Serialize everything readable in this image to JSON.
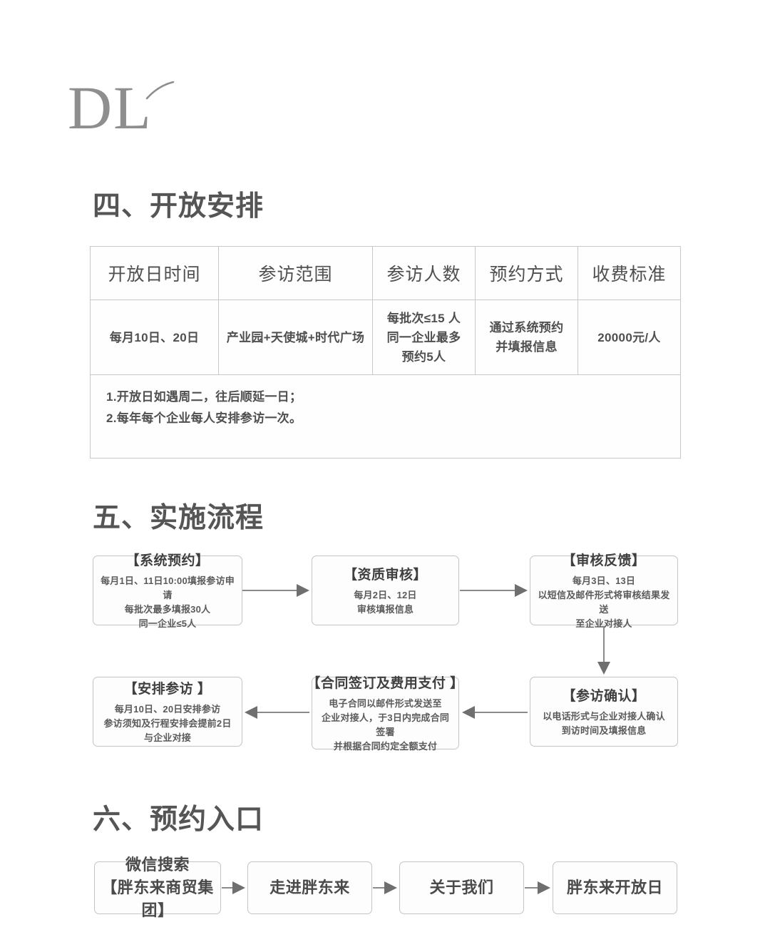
{
  "logo": {
    "text": "DL",
    "accent_icon": "acute-accent-mark"
  },
  "sections": {
    "open_schedule": {
      "heading": "四、开放安排",
      "table": {
        "headers": [
          "开放日时间",
          "参访范围",
          "参访人数",
          "预约方式",
          "收费标准"
        ],
        "rows": [
          [
            "每月10日、20日",
            "产业园+天使城+时代广场",
            "每批次≤15 人\n同一企业最多\n预约5人",
            "通过系统预约\n并填报信息",
            "20000元/人"
          ]
        ],
        "notes": "1.开放日如遇周二，往后顺延一日；\n2.每年每个企业每人安排参访一次。"
      }
    },
    "process": {
      "heading": "五、实施流程",
      "steps": [
        {
          "title": "【系统预约】",
          "body": "每月1日、11日10:00填报参访申请\n每批次最多填报30人\n同一企业≤5人"
        },
        {
          "title": "【资质审核】",
          "body": "每月2日、12日\n审核填报信息"
        },
        {
          "title": "【审核反馈】",
          "body": "每月3日、13日\n以短信及邮件形式将审核结果发送\n至企业对接人"
        },
        {
          "title": "【参访确认】",
          "body": "以电话形式与企业对接人确认\n到访时间及填报信息"
        },
        {
          "title": "【合同签订及费用支付 】",
          "body": "电子合同以邮件形式发送至\n企业对接人，于3日内完成合同签署\n并根据合同约定全额支付"
        },
        {
          "title": "【安排参访 】",
          "body": "每月10日、20日安排参访\n参访须知及行程安排会提前2日\n与企业对接"
        }
      ]
    },
    "entry": {
      "heading": "六、预约入口",
      "steps": [
        "微信搜索\n【胖东来商贸集团】",
        "走进胖东来",
        "关于我们",
        "胖东来开放日"
      ]
    }
  },
  "colors": {
    "text": "#4a4a4a",
    "heading": "#555555",
    "border": "#c4c4c4",
    "logo": "#8e8e8e",
    "background": "#ffffff"
  }
}
